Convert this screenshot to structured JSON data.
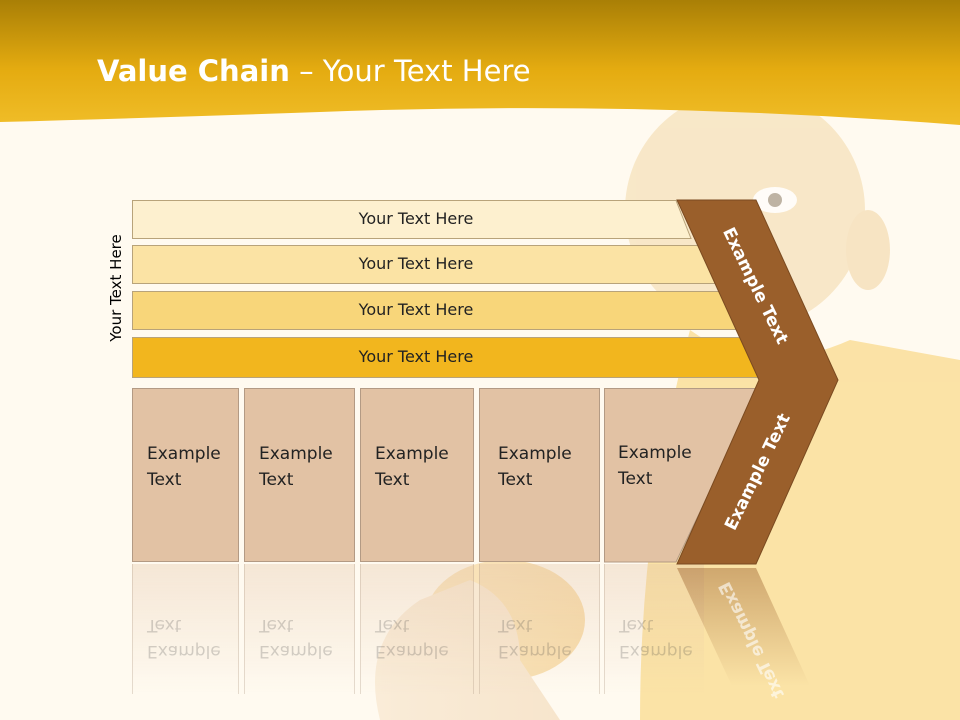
{
  "header": {
    "title_bold": "Value Chain",
    "title_rest": " – Your Text Here"
  },
  "side_label": "Your Text Here",
  "bars": [
    {
      "label": "Your Text Here",
      "color": "#fdf0cf"
    },
    {
      "label": "Your Text Here",
      "color": "#fbe3a4"
    },
    {
      "label": "Your Text Here",
      "color": "#f8d67a"
    },
    {
      "label": "Your Text Here",
      "color": "#f2b61e"
    }
  ],
  "boxes": [
    {
      "label": "Example\nText"
    },
    {
      "label": "Example\nText"
    },
    {
      "label": "Example\nText"
    },
    {
      "label": "Example\nText"
    },
    {
      "label": "Example\nText"
    }
  ],
  "chevron": {
    "upper_label": "Example Text",
    "lower_label": "Example Text",
    "color": "#9a5f2b"
  },
  "colors": {
    "header": "#e4ab10",
    "box": "#e2c2a4",
    "background": "#fffaf0"
  }
}
